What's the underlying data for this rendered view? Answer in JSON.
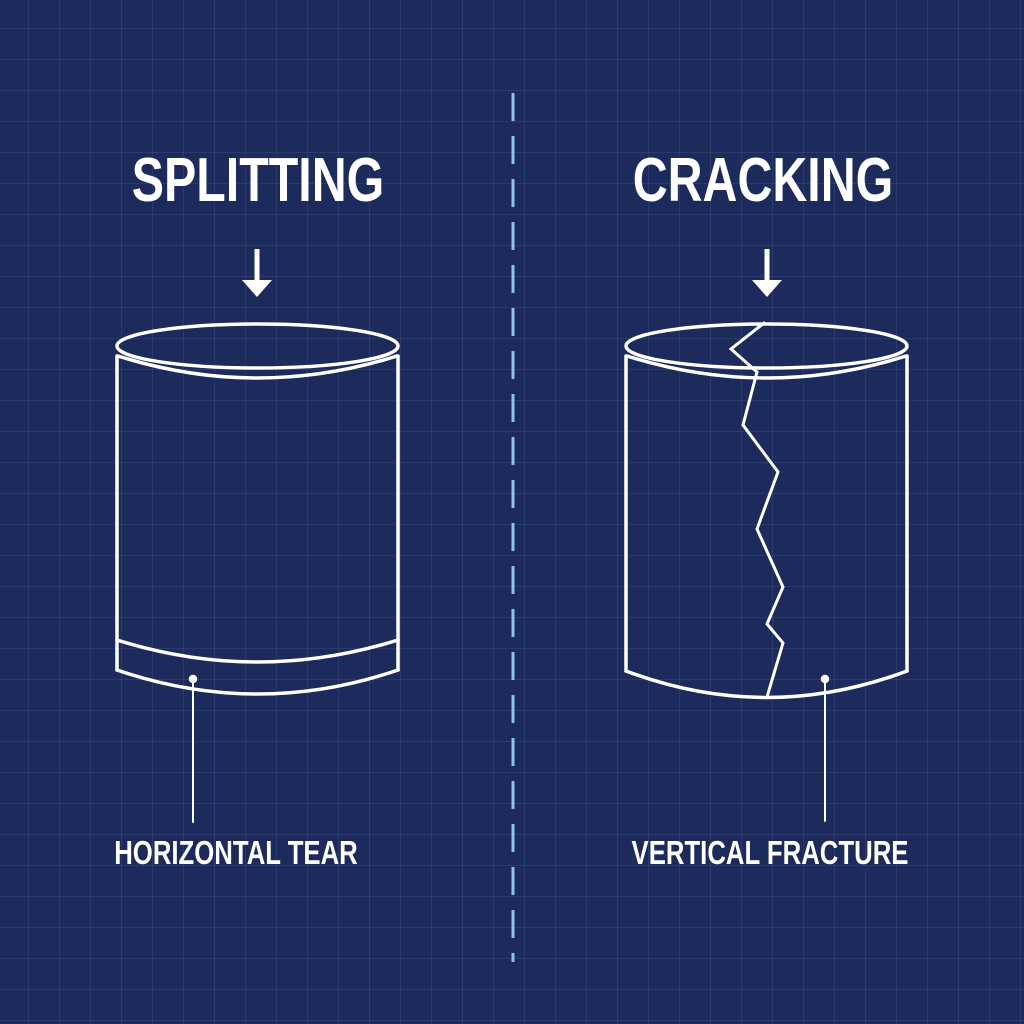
{
  "colors": {
    "background": "#1c2a5c",
    "grid": "#3a4a80",
    "stroke": "#ffffff",
    "divider": "#8fc3ea"
  },
  "left_panel": {
    "title": "SPLITTING",
    "arrow_icon": "arrow-down-icon",
    "figure": "cylinder-with-horizontal-tear",
    "callout_label": "HORIZONTAL TEAR"
  },
  "right_panel": {
    "title": "CRACKING",
    "arrow_icon": "arrow-down-icon",
    "figure": "cylinder-with-vertical-crack",
    "callout_label": "VERTICAL FRACTURE"
  },
  "divider": {
    "style": "dashed",
    "orientation": "vertical"
  }
}
